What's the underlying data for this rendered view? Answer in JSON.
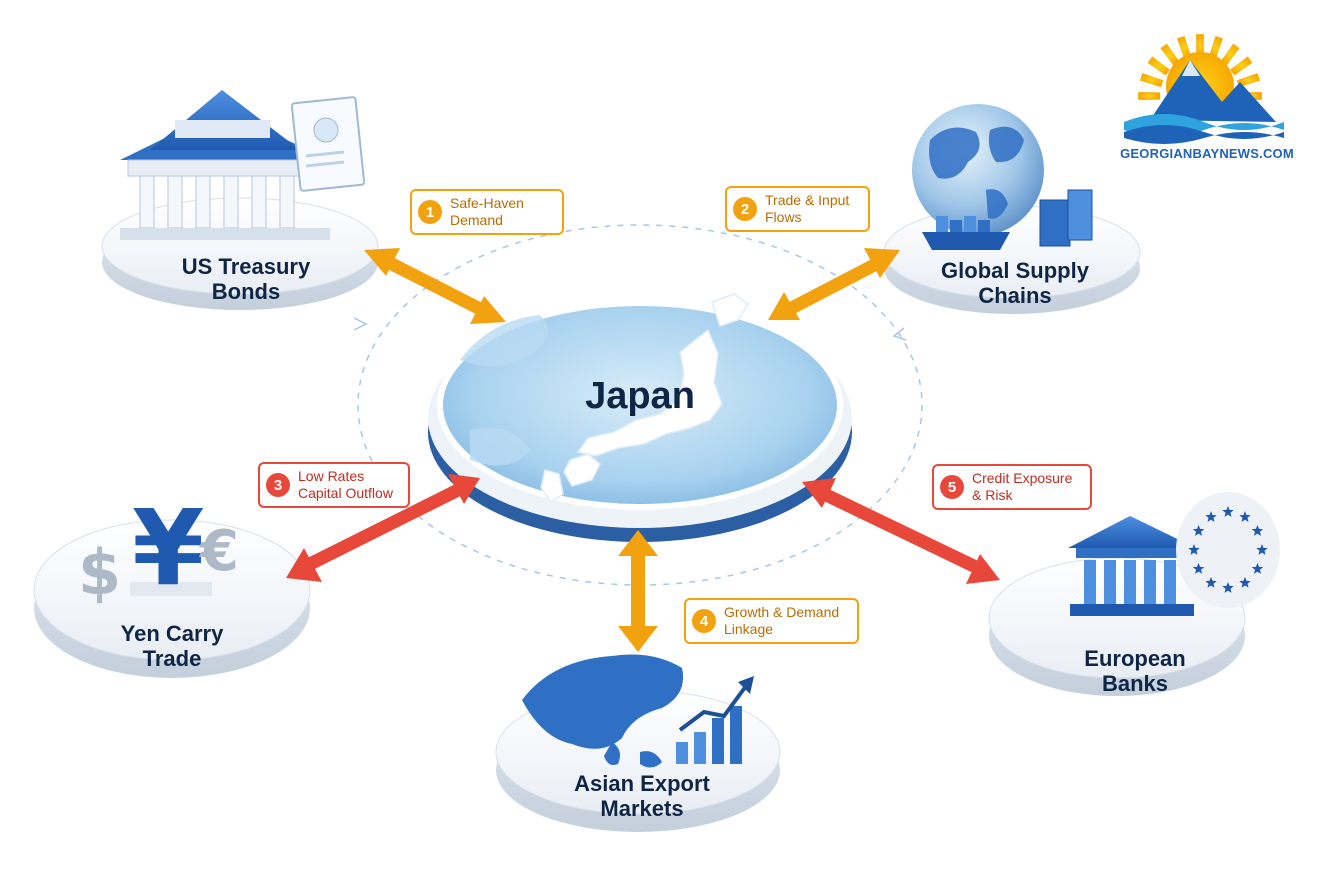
{
  "brand": {
    "site": "GEORGIANBAYNEWS.COM"
  },
  "center": {
    "label": "Japan"
  },
  "nodes": {
    "us_treasury": {
      "line1": "US Treasury",
      "line2": "Bonds"
    },
    "global_supply": {
      "line1": "Global Supply",
      "line2": "Chains"
    },
    "yen_carry": {
      "line1": "Yen Carry",
      "line2": "Trade"
    },
    "asian_export": {
      "line1": "Asian Export",
      "line2": "Markets"
    },
    "european_banks": {
      "line1": "European",
      "line2": "Banks"
    }
  },
  "links": [
    {
      "num": "1",
      "line1": "Safe-Haven",
      "line2": "Demand",
      "color": "#f3a20f"
    },
    {
      "num": "2",
      "line1": "Trade & Input",
      "line2": "Flows",
      "color": "#f3a20f"
    },
    {
      "num": "3",
      "line1": "Low Rates",
      "line2": "Capital Outflow",
      "color": "#e8483a"
    },
    {
      "num": "4",
      "line1": "Growth & Demand",
      "line2": "Linkage",
      "color": "#f3a20f"
    },
    {
      "num": "5",
      "line1": "Credit Exposure",
      "line2": "& Risk",
      "color": "#e8483a"
    }
  ],
  "icons": {
    "us_treasury": "government-building-icon",
    "certificate": "bond-certificate-icon",
    "globe": "globe-icon",
    "ship": "cargo-ship-icon",
    "currency": "currency-symbols-icon",
    "asia_map": "asia-map-icon",
    "growth": "growth-chart-icon",
    "bank": "bank-icon",
    "eu_stars": "eu-stars-icon"
  },
  "currency_symbols": {
    "dollar": "$",
    "yen": "¥",
    "euro": "€"
  },
  "colors": {
    "orange": "#f3a20f",
    "red": "#e8483a",
    "navy": "#0f2545",
    "blue": "#2f6fc4"
  }
}
